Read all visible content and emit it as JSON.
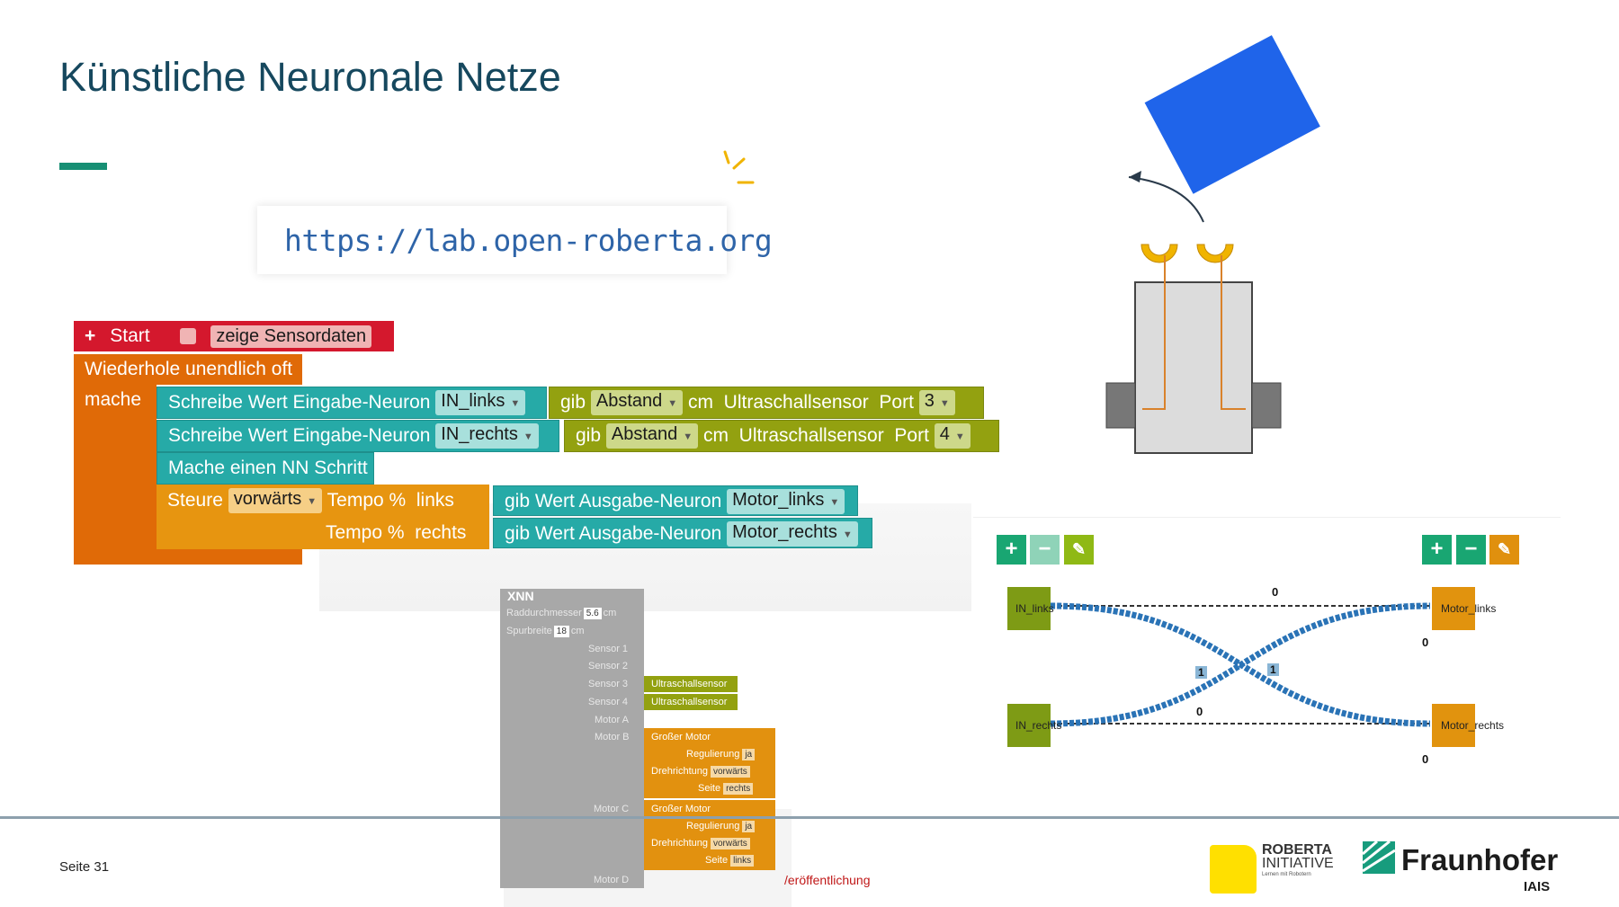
{
  "slide": {
    "title": "Künstliche Neuronale Netze",
    "url": "https://lab.open-roberta.org",
    "page_number": "Seite 31",
    "publication_note": "/eröffentlichung"
  },
  "program": {
    "start_label": "Start",
    "show_sensor_label": "zeige Sensordaten",
    "repeat_label": "Wiederhole unendlich oft",
    "do_label": "mache",
    "write1_label": "Schreibe Wert Eingabe-Neuron",
    "write1_field": "IN_links",
    "get1_label": "gib",
    "get1_field": "Abstand",
    "get1_unit": "cm",
    "get1_sensor": "Ultraschallsensor",
    "get1_port_label": "Port",
    "get1_port": "3",
    "write2_label": "Schreibe Wert Eingabe-Neuron",
    "write2_field": "IN_rechts",
    "get2_label": "gib",
    "get2_field": "Abstand",
    "get2_unit": "cm",
    "get2_sensor": "Ultraschallsensor",
    "get2_port_label": "Port",
    "get2_port": "4",
    "nn_step_label": "Mache einen NN Schritt",
    "steer_label": "Steure",
    "steer_direction": "vorwärts",
    "speed_left_label": "Tempo %",
    "left_label": "links",
    "speed_right_label": "Tempo %",
    "right_label": "rechts",
    "out1_label": "gib Wert Ausgabe-Neuron",
    "out1_field": "Motor_links",
    "out2_label": "gib Wert Ausgabe-Neuron",
    "out2_field": "Motor_rechts"
  },
  "config": {
    "title": "XNN",
    "wheel_label": "Raddurchmesser",
    "wheel_value": "5.6",
    "wheel_unit": "cm",
    "track_label": "Spurbreite",
    "track_value": "18",
    "track_unit": "cm",
    "sensor1": "Sensor 1",
    "sensor2": "Sensor 2",
    "sensor3": "Sensor 3",
    "sensor4": "Sensor 4",
    "sensor3_block": "Ultraschallsensor",
    "sensor4_block": "Ultraschallsensor",
    "motorA": "Motor A",
    "motorB": "Motor B",
    "motorC": "Motor C",
    "motorD": "Motor D",
    "motorB_block": "Großer Motor",
    "motorC_block": "Großer Motor",
    "reg_label": "Regulierung",
    "reg_value": "ja",
    "dir_label": "Drehrichtung",
    "dir_value": "vorwärts",
    "side_label": "Seite",
    "side_b": "rechts",
    "side_c": "links"
  },
  "network": {
    "in1": "IN_links",
    "in2": "IN_rechts",
    "out1": "Motor_links",
    "out2": "Motor_rechts",
    "w_top": "0",
    "w_bottom": "0",
    "w_cross1": "1",
    "w_cross2": "1",
    "bias_out1": "0",
    "bias_out2": "0",
    "buttons": [
      "+",
      "−",
      "✎"
    ]
  },
  "logos": {
    "roberta_line1": "ROBERTA",
    "roberta_line2": "INITIATIVE",
    "roberta_tagline": "Lernen mit Robotern",
    "fraunhofer": "Fraunhofer",
    "iais": "IAIS"
  },
  "colors": {
    "title": "#16485e",
    "accent": "#178f74",
    "block_red": "#d4182d",
    "block_orange": "#e06a07",
    "block_teal": "#26aaa7",
    "block_olive": "#93a110",
    "obstacle_blue": "#1f64ea"
  }
}
